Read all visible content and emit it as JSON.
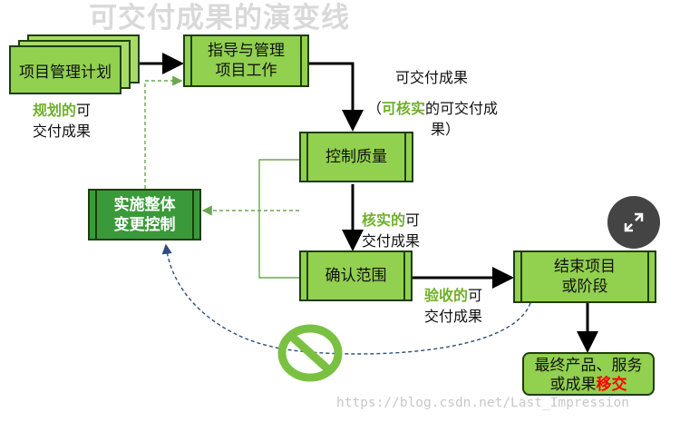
{
  "title": "可交付成果的演变线",
  "nodes": {
    "plan": "项目管理计划",
    "direct_line1": "指导与管理",
    "direct_line2": "项目工作",
    "control_quality": "控制质量",
    "change_line1": "实施整体",
    "change_line2": "变更控制",
    "validate": "确认范围",
    "close_line1": "结束项目",
    "close_line2": "或阶段",
    "final_line1": "最终产品、服务",
    "final_line2_a": "或成果",
    "final_line2_b": "移交"
  },
  "labels": {
    "planned_a": "规划的",
    "planned_b": "可",
    "planned_c": "交付成果",
    "deliv": "可交付成果",
    "verified_open": "（",
    "verified_bold": "可核实",
    "verified_rest": "的可交付成",
    "verified_line2": "果）",
    "checked_a": "核实的",
    "checked_b": "可",
    "checked_c": "交付成果",
    "accepted_a": "验收的",
    "accepted_b": "可",
    "accepted_c": "交付成果"
  },
  "icons": {
    "prohibit": "prohibit-icon",
    "expand": "expand-icon"
  },
  "colors": {
    "box_fill": "#92d050",
    "box_dark": "#3a9a3a",
    "label_green": "#6fb02a",
    "highlight_red": "#ff0000"
  },
  "watermark": "https://blog.csdn.net/Last_Impression"
}
